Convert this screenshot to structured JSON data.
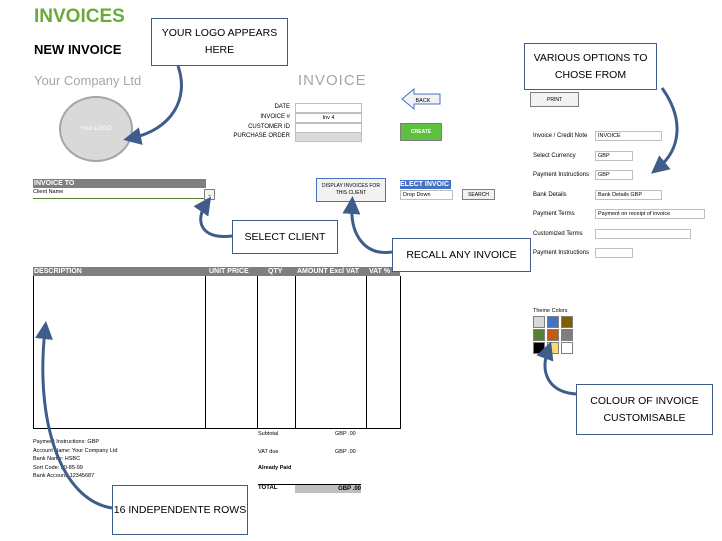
{
  "header": {
    "title": "INVOICES",
    "subtitle": "NEW INVOICE",
    "company": "Your Company Ltd",
    "logo_text": "Your LOGO",
    "invoice_label": "INVOICE"
  },
  "meta": {
    "date_label": "DATE",
    "invoice_no_label": "INVOICE #",
    "invoice_no_value": "Inv 4",
    "customer_id_label": "CUSTOMER ID",
    "po_label": "PURCHASE ORDER"
  },
  "buttons": {
    "back": "BACK",
    "create": "CREATE",
    "print": "PRINT",
    "display_invoices": "DISPLAY INVOICES FOR THIS CLIENT",
    "search": "SEARCH"
  },
  "invoice_to": {
    "heading": "INVOICE TO",
    "client_placeholder": "Client Name"
  },
  "select_invoice": {
    "heading": "ELECT INVOIC",
    "dropdown": "Drop Down"
  },
  "table": {
    "headers": [
      "DESCRIPTION",
      "UNIT PRICE",
      "QTY",
      "AMOUNT Excl VAT",
      "VAT %"
    ]
  },
  "totals": {
    "subtotal_label": "Subtotal",
    "subtotal_value": "GBP .00",
    "vat_label": "VAT due",
    "vat_value": "GBP .00",
    "paid_label": "Already Paid",
    "total_label": "TOTAL",
    "total_value": "GBP .00"
  },
  "payment_info": [
    "Payment Instructions: GBP",
    "Account Name: Your Company Ltd",
    "Bank Name: HSBC",
    "Sort Code: 20-85-99",
    "Bank Account: 12345687"
  ],
  "options": [
    {
      "label": "Invoice / Credit Note",
      "value": "INVOICE"
    },
    {
      "label": "Select Currency",
      "value": "GBP"
    },
    {
      "label": "Payment Instructions",
      "value": "GBP"
    },
    {
      "label": "Bank Details",
      "value": "Bank Details GBP"
    },
    {
      "label": "Payment Terms",
      "value": "Payment on receipt of invoice"
    },
    {
      "label": "Customized Terms",
      "value": ""
    },
    {
      "label": "Payment Instructions",
      "value": ""
    }
  ],
  "theme": {
    "label": "Theme Colors",
    "colors": [
      "#d9d9d9",
      "#4472c4",
      "#7f6000",
      "#548235",
      "#c55a11",
      "#7f7f7f",
      "#000000",
      "#ffd966",
      "#ffffff"
    ]
  },
  "callouts": {
    "logo": "YOUR LOGO APPEARS HERE",
    "options": "VARIOUS OPTIONS TO CHOSE FROM",
    "select_client": "SELECT CLIENT",
    "recall": "RECALL ANY INVOICE",
    "colour": "COLOUR OF INVOICE CUSTOMISABLE",
    "rows": "16 INDEPENDENTE ROWS"
  }
}
